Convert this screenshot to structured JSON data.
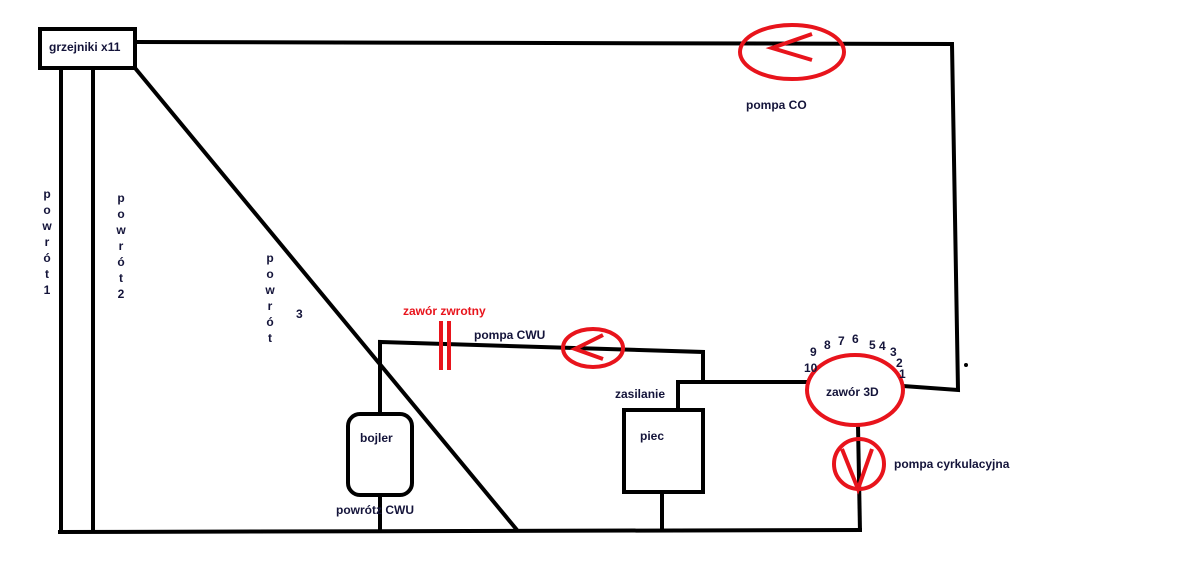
{
  "labels": {
    "radiators": "grzejniki x11",
    "pump_co": "pompa CO",
    "return_1": [
      "p",
      "o",
      "w",
      "r",
      "ó",
      "t",
      "1"
    ],
    "return_2": [
      "p",
      "o",
      "w",
      "r",
      "ó",
      "t",
      "2"
    ],
    "return_3": [
      "p",
      "o",
      "w",
      "r",
      "ó",
      "t"
    ],
    "return_3_number": "3",
    "check_valve": "zawór zwrotny",
    "pump_cwu": "pompa CWU",
    "boiler_tank": "bojler",
    "return_cwu": "powrótz CWU",
    "supply": "zasilanie",
    "furnace": "piec",
    "valve_3d": "zawór 3D",
    "circulation_pump": "pompa cyrkulacyjna",
    "valve_positions": [
      "10",
      "9",
      "8",
      "7",
      "6",
      "5",
      "4",
      "3",
      "2",
      "1"
    ]
  },
  "colors": {
    "pipe": "#000000",
    "pump": "#e8141c",
    "text": "#14143a"
  }
}
